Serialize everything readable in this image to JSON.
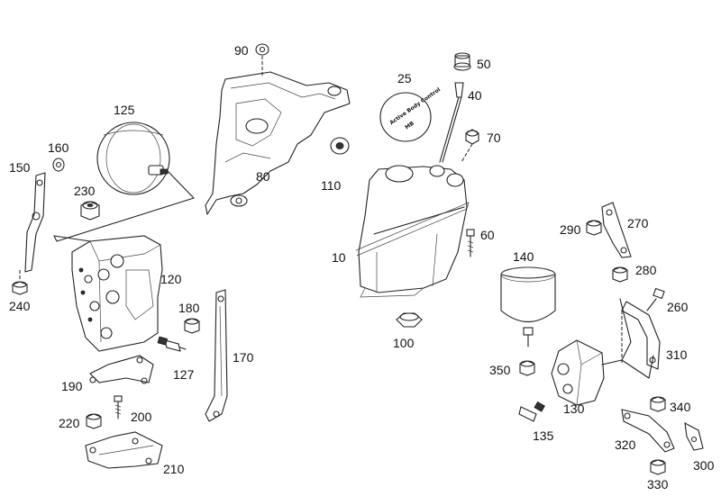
{
  "diagram": {
    "labels": [
      {
        "id": "l90",
        "text": "90"
      },
      {
        "id": "l25",
        "text": "25"
      },
      {
        "id": "l50",
        "text": "50"
      },
      {
        "id": "l40",
        "text": "40"
      },
      {
        "id": "l125",
        "text": "125"
      },
      {
        "id": "l160",
        "text": "160"
      },
      {
        "id": "l150",
        "text": "150"
      },
      {
        "id": "l70",
        "text": "70"
      },
      {
        "id": "l80",
        "text": "80"
      },
      {
        "id": "l110",
        "text": "110"
      },
      {
        "id": "l230",
        "text": "230"
      },
      {
        "id": "l270",
        "text": "270"
      },
      {
        "id": "l290",
        "text": "290"
      },
      {
        "id": "l60",
        "text": "60"
      },
      {
        "id": "l10",
        "text": "10"
      },
      {
        "id": "l140",
        "text": "140"
      },
      {
        "id": "l280",
        "text": "280"
      },
      {
        "id": "l120",
        "text": "120"
      },
      {
        "id": "l240",
        "text": "240"
      },
      {
        "id": "l260",
        "text": "260"
      },
      {
        "id": "l180",
        "text": "180"
      },
      {
        "id": "l100",
        "text": "100"
      },
      {
        "id": "l170",
        "text": "170"
      },
      {
        "id": "l127",
        "text": "127"
      },
      {
        "id": "l310",
        "text": "310"
      },
      {
        "id": "l350",
        "text": "350"
      },
      {
        "id": "l190",
        "text": "190"
      },
      {
        "id": "l130",
        "text": "130"
      },
      {
        "id": "l340",
        "text": "340"
      },
      {
        "id": "l220",
        "text": "220"
      },
      {
        "id": "l200",
        "text": "200"
      },
      {
        "id": "l135",
        "text": "135"
      },
      {
        "id": "l320",
        "text": "320"
      },
      {
        "id": "l210",
        "text": "210"
      },
      {
        "id": "l300",
        "text": "300"
      },
      {
        "id": "l330",
        "text": "330"
      }
    ],
    "cap_text": {
      "line1": "Active Body Control",
      "line2": "MB"
    }
  }
}
